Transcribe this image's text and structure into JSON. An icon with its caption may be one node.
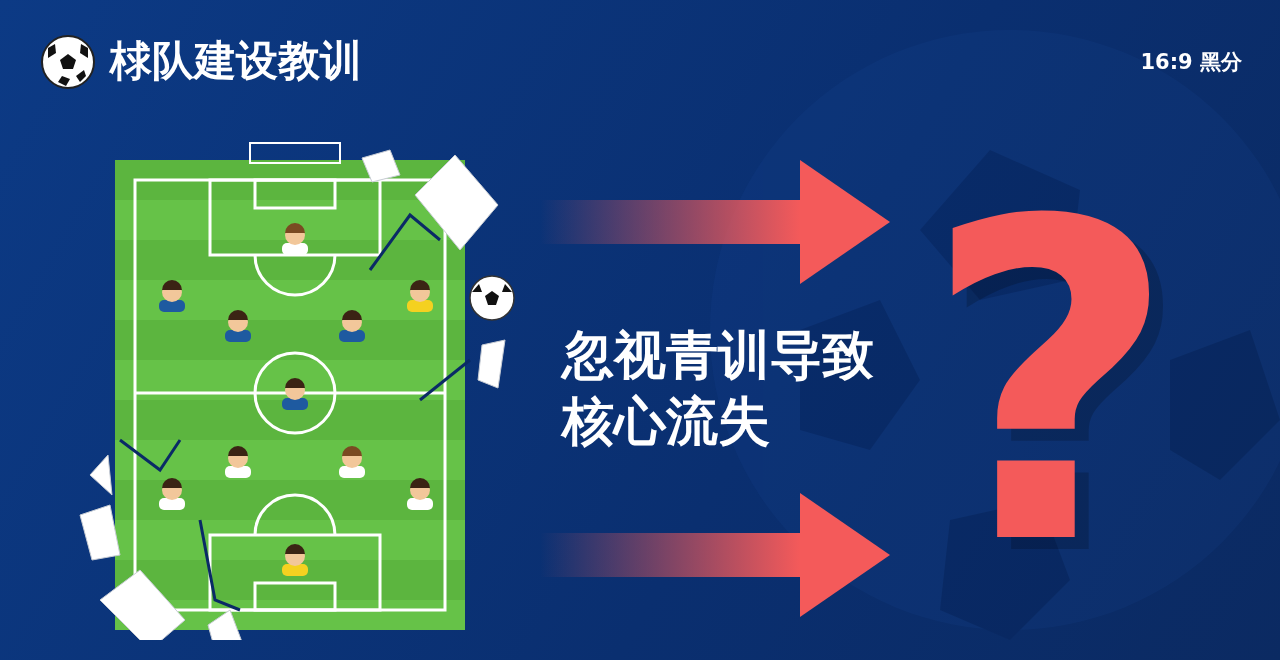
{
  "diagram": {
    "title": "梂队建设教训",
    "nodes": [
      {
        "text": [],
        "shape": "picture"
      },
      {
        "text": [
          "?"
        ]
      }
    ],
    "edges": [
      {
        "from": 0,
        "to": 1,
        "arrow": "to"
      },
      {
        "from": 0,
        "to": 1,
        "arrow": "to"
      }
    ],
    "labels": [
      "16:9 黑分",
      "忽视青训导致核心流失"
    ]
  }
}
